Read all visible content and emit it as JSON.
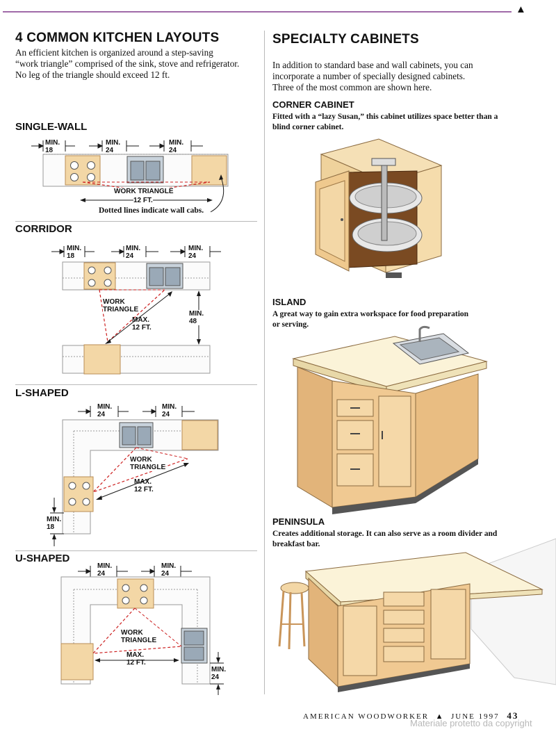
{
  "left": {
    "title": "4 COMMON KITCHEN LAYOUTS",
    "intro": [
      "An efficient kitchen is organized around a step-saving",
      "“work triangle” comprised of the sink, stove and refrigerator.",
      "No leg of the triangle should exceed 12 ft."
    ],
    "single_wall": {
      "heading": "SINGLE-WALL",
      "min_label": "MIN.",
      "dims": [
        "18",
        "24",
        "24"
      ],
      "triangle_label": "WORK TRIANGLE",
      "triangle_dim": "12 FT.",
      "note": "Dotted lines indicate wall cabs."
    },
    "corridor": {
      "heading": "CORRIDOR",
      "dims": [
        "18",
        "24",
        "24"
      ],
      "triangle_label_1": "WORK",
      "triangle_label_2": "TRIANGLE",
      "max_label": "MAX.",
      "max_dim": "12 FT.",
      "gap_label": "MIN.",
      "gap_dim": "48"
    },
    "l_shaped": {
      "heading": "L-SHAPED",
      "dims": [
        "24",
        "24",
        "18"
      ],
      "triangle_label_1": "WORK",
      "triangle_label_2": "TRIANGLE",
      "max_label": "MAX.",
      "max_dim": "12 FT."
    },
    "u_shaped": {
      "heading": "U-SHAPED",
      "dims": [
        "24",
        "24",
        "24"
      ],
      "triangle_label_1": "WORK",
      "triangle_label_2": "TRIANGLE",
      "max_label": "MAX.",
      "max_dim": "12 FT."
    }
  },
  "right": {
    "title": "SPECIALTY CABINETS",
    "intro": [
      "In addition to standard base and wall cabinets, you can",
      "incorporate a number of specially designed cabinets.",
      "Three of the most common are shown here."
    ],
    "corner": {
      "heading": "CORNER CABINET",
      "caption": [
        "Fitted with a “lazy Susan,” this cabinet utilizes space better than a",
        "blind corner cabinet."
      ]
    },
    "island": {
      "heading": "ISLAND",
      "caption": [
        "A great way to gain extra workspace for food preparation",
        "or serving."
      ]
    },
    "peninsula": {
      "heading": "PENINSULA",
      "caption": [
        "Creates additional storage. It can also serve as a room divider and",
        "breakfast bar."
      ]
    }
  },
  "footer": {
    "magazine": "AMERICAN WOODWORKER",
    "issue": "JUNE 1997",
    "page": "43",
    "watermark": "Materiale protetto da copyright"
  },
  "colors": {
    "wood": "#f3d7a6",
    "wood_dark": "#c9955a",
    "triangle": "#cc1f1f",
    "dim_line": "#1a1a1a",
    "sink": "#9aa9b7",
    "rule": "#a06aa8"
  }
}
